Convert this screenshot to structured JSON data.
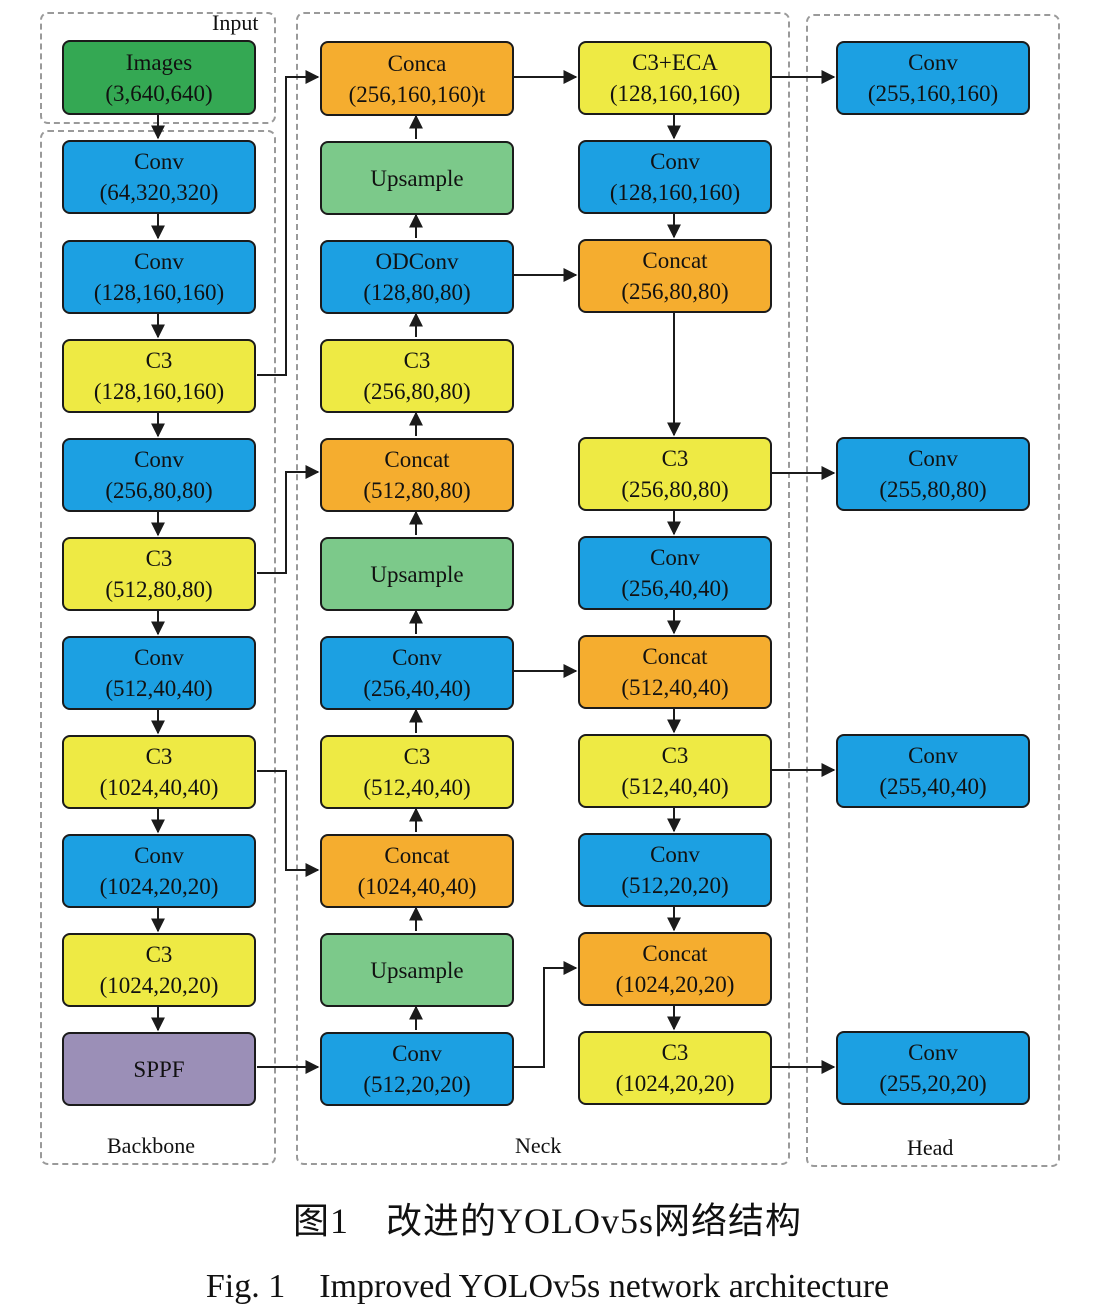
{
  "colors": {
    "conv": "#1ca0e2",
    "c3": "#eeea44",
    "concat": "#f5ad2f",
    "upsample": "#7cc98a",
    "input": "#34a853",
    "sppf": "#9b8fb7",
    "stroke": "#1b1b1b"
  },
  "regions": {
    "input": "Input",
    "backbone": "Backbone",
    "neck": "Neck",
    "head": "Head"
  },
  "nodes": {
    "images": {
      "name": "Images",
      "shape": "(3,640,640)"
    },
    "b_conv1": {
      "name": "Conv",
      "shape": "(64,320,320)"
    },
    "b_conv2": {
      "name": "Conv",
      "shape": "(128,160,160)"
    },
    "b_c3_1": {
      "name": "C3",
      "shape": "(128,160,160)"
    },
    "b_conv3": {
      "name": "Conv",
      "shape": "(256,80,80)"
    },
    "b_c3_2": {
      "name": "C3",
      "shape": "(512,80,80)"
    },
    "b_conv4": {
      "name": "Conv",
      "shape": "(512,40,40)"
    },
    "b_c3_3": {
      "name": "C3",
      "shape": "(1024,40,40)"
    },
    "b_conv5": {
      "name": "Conv",
      "shape": "(1024,20,20)"
    },
    "b_c3_4": {
      "name": "C3",
      "shape": "(1024,20,20)"
    },
    "sppf": {
      "name": "SPPF",
      "shape": ""
    },
    "n_concat1": {
      "name": "Conca",
      "shape": "(256,160,160)t"
    },
    "n_ups1": {
      "name": "Upsample",
      "shape": ""
    },
    "n_odconv": {
      "name": "ODConv",
      "shape": "(128,80,80)"
    },
    "n_c3_1": {
      "name": "C3",
      "shape": "(256,80,80)"
    },
    "n_concat2": {
      "name": "Concat",
      "shape": "(512,80,80)"
    },
    "n_ups2": {
      "name": "Upsample",
      "shape": ""
    },
    "n_conv1": {
      "name": "Conv",
      "shape": "(256,40,40)"
    },
    "n_c3_2": {
      "name": "C3",
      "shape": "(512,40,40)"
    },
    "n_concat3": {
      "name": "Concat",
      "shape": "(1024,40,40)"
    },
    "n_ups3": {
      "name": "Upsample",
      "shape": ""
    },
    "n_conv2": {
      "name": "Conv",
      "shape": "(512,20,20)"
    },
    "m_c3eca": {
      "name": "C3+ECA",
      "shape": "(128,160,160)"
    },
    "m_conv1": {
      "name": "Conv",
      "shape": "(128,160,160)"
    },
    "m_concat1": {
      "name": "Concat",
      "shape": "(256,80,80)"
    },
    "m_c3_1": {
      "name": "C3",
      "shape": "(256,80,80)"
    },
    "m_conv2": {
      "name": "Conv",
      "shape": "(256,40,40)"
    },
    "m_concat2": {
      "name": "Concat",
      "shape": "(512,40,40)"
    },
    "m_c3_2": {
      "name": "C3",
      "shape": "(512,40,40)"
    },
    "m_conv3": {
      "name": "Conv",
      "shape": "(512,20,20)"
    },
    "m_concat3": {
      "name": "Concat",
      "shape": "(1024,20,20)"
    },
    "m_c3_3": {
      "name": "C3",
      "shape": "(1024,20,20)"
    },
    "h_conv1": {
      "name": "Conv",
      "shape": "(255,160,160)"
    },
    "h_conv2": {
      "name": "Conv",
      "shape": "(255,80,80)"
    },
    "h_conv3": {
      "name": "Conv",
      "shape": "(255,40,40)"
    },
    "h_conv4": {
      "name": "Conv",
      "shape": "(255,20,20)"
    }
  },
  "caption": {
    "chinese": "图1　改进的YOLOv5s网络结构",
    "english": "Fig. 1　Improved YOLOv5s network architecture"
  }
}
